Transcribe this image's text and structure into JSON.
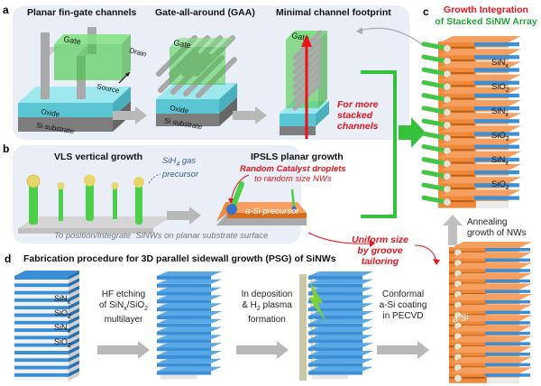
{
  "panel_a": {
    "label": "a",
    "titles": [
      "Planar fin-gate channels",
      "Gate-all-around (GAA)",
      "Minimal channel footprint"
    ],
    "fin_labels": {
      "gate": "Gate",
      "drain": "Drain",
      "source": "Source",
      "oxide": "Oxide",
      "substrate": "Si substrate"
    },
    "gaa_labels": {
      "gate": "Gate",
      "oxide": "Oxide",
      "substrate": "Si substrate"
    },
    "minimal_labels": {
      "gate": "Gate"
    },
    "annotation": [
      "For more",
      "stacked",
      "channels"
    ]
  },
  "panel_b": {
    "label": "b",
    "vls_title": "VLS vertical growth",
    "gas_note": [
      "SiH",
      "4",
      " gas",
      "precursor"
    ],
    "ipsls_title": "IPSLS planar growth",
    "catalyst_note": [
      "Random Catalyst droplets",
      "to random size NWs"
    ],
    "precursor_label": "a-Si precursor",
    "footer": "To position/integrate  SiNWs on planar substrate surface"
  },
  "panel_c": {
    "label": "c",
    "title_line1": "Growth Integration",
    "title_line2": "of Stacked SiNW Array",
    "layers": [
      "SiN",
      "SiO",
      "SiN",
      "SiO",
      "SiN",
      "SiO"
    ],
    "layer_subs": [
      "x",
      "2",
      "x",
      "2",
      "x",
      "2"
    ],
    "annealing": [
      "Annealing",
      "growth of NWs"
    ]
  },
  "uniform_note": [
    "Uniform size",
    "by groove",
    "tailoring"
  ],
  "panel_d": {
    "label": "d",
    "title": "Fabrication procedure for 3D parallel sidewall growth (PSG) of SiNWs",
    "stack_labels": [
      "SiN",
      "SiO",
      "SiN",
      "SiO"
    ],
    "stack_subs": [
      "x",
      "2",
      "x",
      "2"
    ],
    "step1": [
      "HF etching",
      "of SiN",
      "x",
      "/SiO",
      "2",
      "multilayer"
    ],
    "step2": [
      "In deposition",
      "& H",
      "2",
      " plasma",
      "formation"
    ],
    "step3": [
      "Conformal",
      "a-Si coating",
      "in PECVD"
    ],
    "asi_label": "a-Si"
  },
  "colors": {
    "panel_bg": "#e9eef7",
    "gate_green": "#3ec83e",
    "oxide_cyan": "#7fdbe6",
    "substrate_gray": "#8a8a8a",
    "nanowire_gray": "#bdbdbd",
    "layer_blue": "#3a8fd6",
    "orange": "#f08a3a",
    "red": "#e8121b",
    "arrow_green": "#35c13b"
  }
}
